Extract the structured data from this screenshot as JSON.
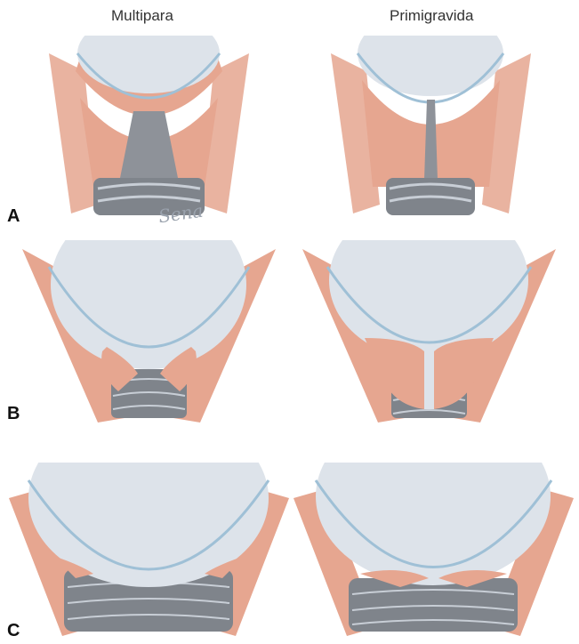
{
  "columns": {
    "left": "Multipara",
    "right": "Primigravida"
  },
  "rows": [
    "A",
    "B",
    "C"
  ],
  "artist_signature": "Sena",
  "colors": {
    "muscle": "#e6a690",
    "muscle_dark": "#c97e66",
    "head": "#e4e8ee",
    "head_shade": "#b7c2cf",
    "membrane": "#9fc0d6",
    "vagina": "#8e9299",
    "vagina_dark": "#4f535a"
  }
}
